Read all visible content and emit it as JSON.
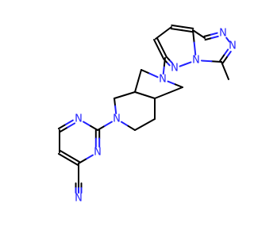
{
  "colors": {
    "carbon": "#000000",
    "nitrogen": "#2222ff",
    "background": "#ffffff"
  },
  "molecule": {
    "atoms": [
      {
        "id": "c1",
        "label": "",
        "element": "C"
      },
      {
        "id": "c2",
        "label": "",
        "element": "C"
      },
      {
        "id": "c3",
        "label": "",
        "element": "C"
      },
      {
        "id": "c4",
        "label": "",
        "element": "C"
      },
      {
        "id": "c5",
        "label": "",
        "element": "C"
      },
      {
        "id": "c6",
        "label": "",
        "element": "C"
      },
      {
        "id": "c7",
        "label": "",
        "element": "C"
      },
      {
        "id": "c8",
        "label": "",
        "element": "C"
      },
      {
        "id": "c9",
        "label": "",
        "element": "C"
      },
      {
        "id": "c10",
        "label": "",
        "element": "C"
      },
      {
        "id": "c11",
        "label": "",
        "element": "C"
      },
      {
        "id": "c12",
        "label": "",
        "element": "C"
      },
      {
        "id": "c13",
        "label": "",
        "element": "C"
      },
      {
        "id": "c14",
        "label": "",
        "element": "C"
      },
      {
        "id": "c15",
        "label": "",
        "element": "C"
      },
      {
        "id": "c16",
        "label": "",
        "element": "C"
      },
      {
        "id": "c17",
        "label": "",
        "element": "C"
      },
      {
        "id": "c18",
        "label": "",
        "element": "C"
      },
      {
        "id": "n1",
        "label": "N",
        "element": "N"
      },
      {
        "id": "n2",
        "label": "N",
        "element": "N"
      },
      {
        "id": "n3",
        "label": "N",
        "element": "N"
      },
      {
        "id": "n4",
        "label": "N",
        "element": "N"
      },
      {
        "id": "n5",
        "label": "N",
        "element": "N"
      },
      {
        "id": "n6",
        "label": "N",
        "element": "N"
      },
      {
        "id": "n7",
        "label": "N",
        "element": "N"
      },
      {
        "id": "n8",
        "label": "N",
        "element": "N"
      },
      {
        "id": "n9",
        "label": "N",
        "element": "N"
      }
    ],
    "bonds": [
      {
        "a": "c1",
        "b": "n1",
        "order": 3
      },
      {
        "a": "c1",
        "b": "c2",
        "order": 1
      },
      {
        "a": "c2",
        "b": "c3",
        "order": 2
      },
      {
        "a": "c3",
        "b": "c4",
        "order": 1
      },
      {
        "a": "c4",
        "b": "n2",
        "order": 2
      },
      {
        "a": "n2",
        "b": "c5",
        "order": 1
      },
      {
        "a": "c5",
        "b": "n3",
        "order": 2
      },
      {
        "a": "n3",
        "b": "c2",
        "order": 1
      },
      {
        "a": "c5",
        "b": "n4",
        "order": 1
      },
      {
        "a": "n4",
        "b": "c6",
        "order": 1
      },
      {
        "a": "c6",
        "b": "c7",
        "order": 1
      },
      {
        "a": "c7",
        "b": "c8",
        "order": 1
      },
      {
        "a": "c8",
        "b": "n4",
        "order": 1
      },
      {
        "a": "c7",
        "b": "c9",
        "order": 1
      },
      {
        "a": "c9",
        "b": "c10",
        "order": 1
      },
      {
        "a": "c10",
        "b": "c6",
        "order": 1
      },
      {
        "a": "c9",
        "b": "n5",
        "order": 1
      },
      {
        "a": "n5",
        "b": "c11",
        "order": 1
      },
      {
        "a": "c11",
        "b": "c10",
        "order": 1
      },
      {
        "a": "n5",
        "b": "c12",
        "order": 1
      },
      {
        "a": "c12",
        "b": "c13",
        "order": 2
      },
      {
        "a": "c13",
        "b": "c14",
        "order": 1
      },
      {
        "a": "c14",
        "b": "c15",
        "order": 2
      },
      {
        "a": "c15",
        "b": "n6",
        "order": 1
      },
      {
        "a": "n6",
        "b": "n7",
        "order": 1
      },
      {
        "a": "n7",
        "b": "c12",
        "order": 2
      },
      {
        "a": "c15",
        "b": "n8",
        "order": 1
      },
      {
        "a": "n8",
        "b": "n9",
        "order": 2
      },
      {
        "a": "n9",
        "b": "c16",
        "order": 1
      },
      {
        "a": "c16",
        "b": "n6",
        "order": 1
      },
      {
        "a": "c16",
        "b": "c17",
        "order": 1
      }
    ]
  }
}
